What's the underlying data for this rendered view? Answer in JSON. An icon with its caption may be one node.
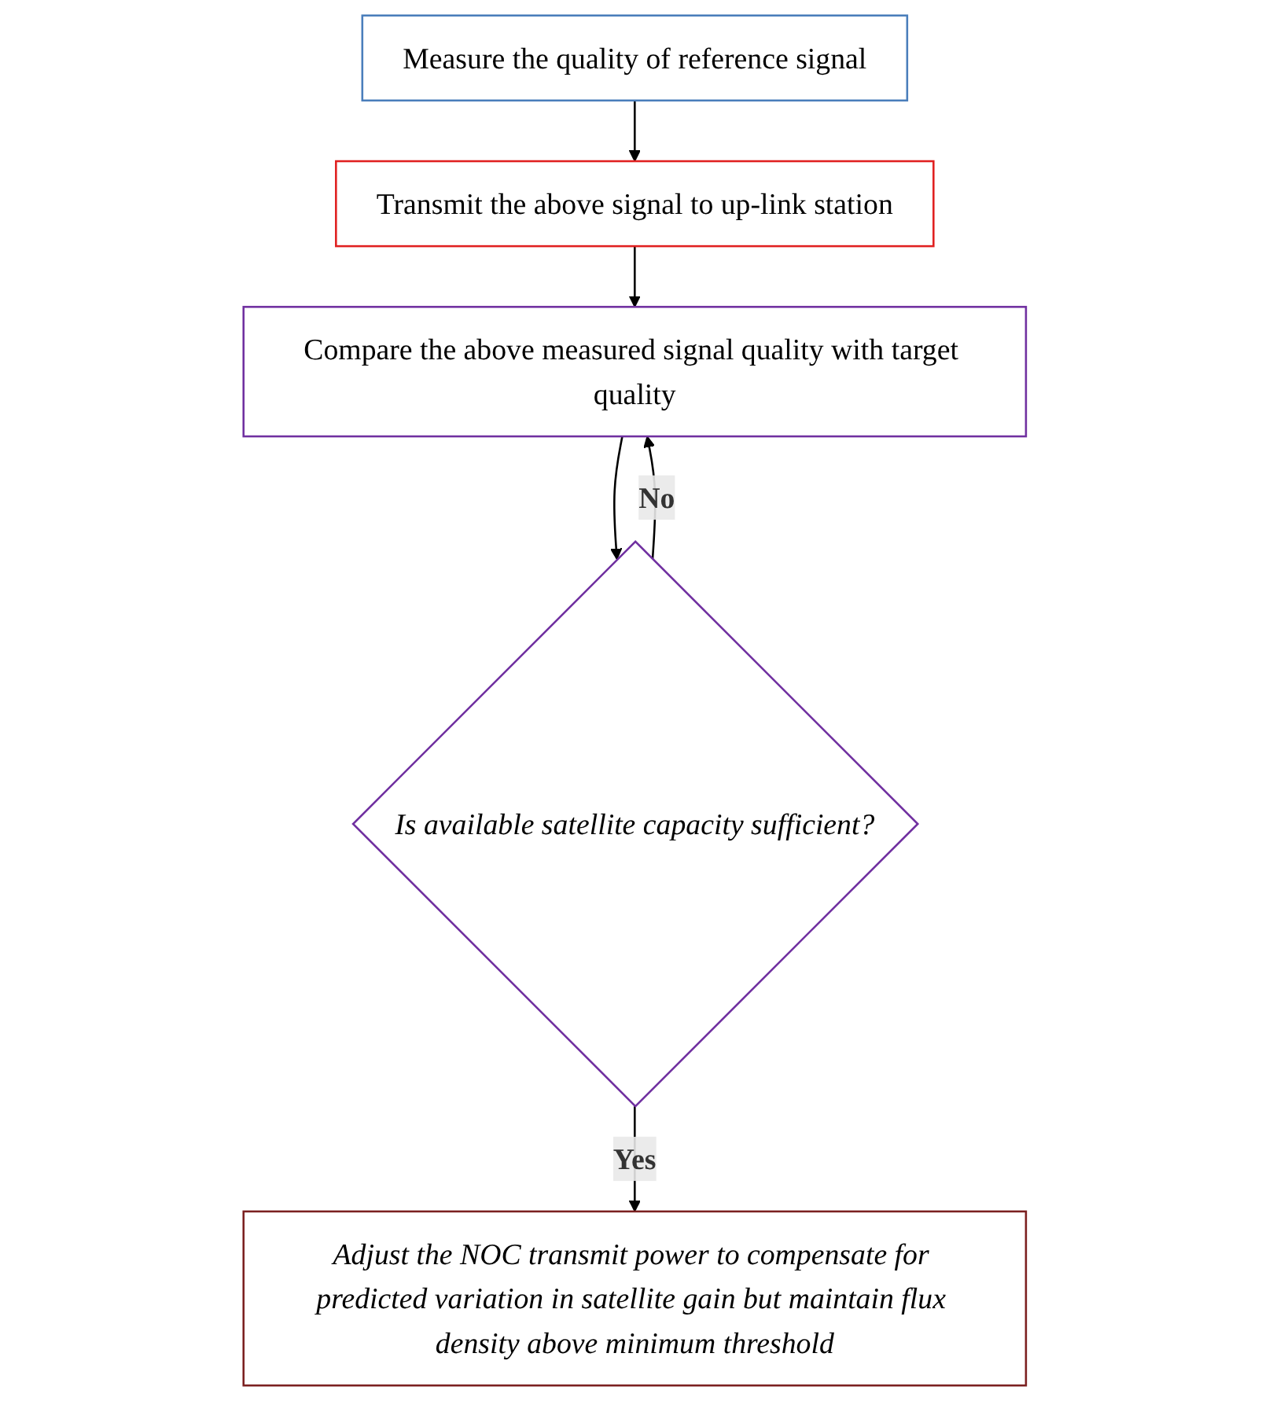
{
  "diagram": {
    "nodes": [
      {
        "text": [
          "Measure the quality of reference signal"
        ]
      },
      {
        "text": [
          "Transmit the above signal to up-link station"
        ]
      },
      {
        "text": [
          "Compare the above measured signal quality with target quality"
        ]
      },
      {
        "text": [
          "Is available satellite capacity sufficient?"
        ]
      },
      {
        "text": [
          "Adjust the NOC transmit power to compensate for predicted variation in satellite gain but maintain flux density above minimum threshold"
        ]
      }
    ],
    "edges": [
      {
        "from": 0,
        "to": 1,
        "arrow": "to"
      },
      {
        "from": 1,
        "to": 2,
        "arrow": "to"
      },
      {
        "from": 2,
        "to": 3,
        "arrow": "to"
      },
      {
        "from": 3,
        "to": 4,
        "arrow": "to",
        "label": "Yes"
      },
      {
        "from": 3,
        "to": 2,
        "arrow": "to",
        "label": "No"
      }
    ]
  }
}
